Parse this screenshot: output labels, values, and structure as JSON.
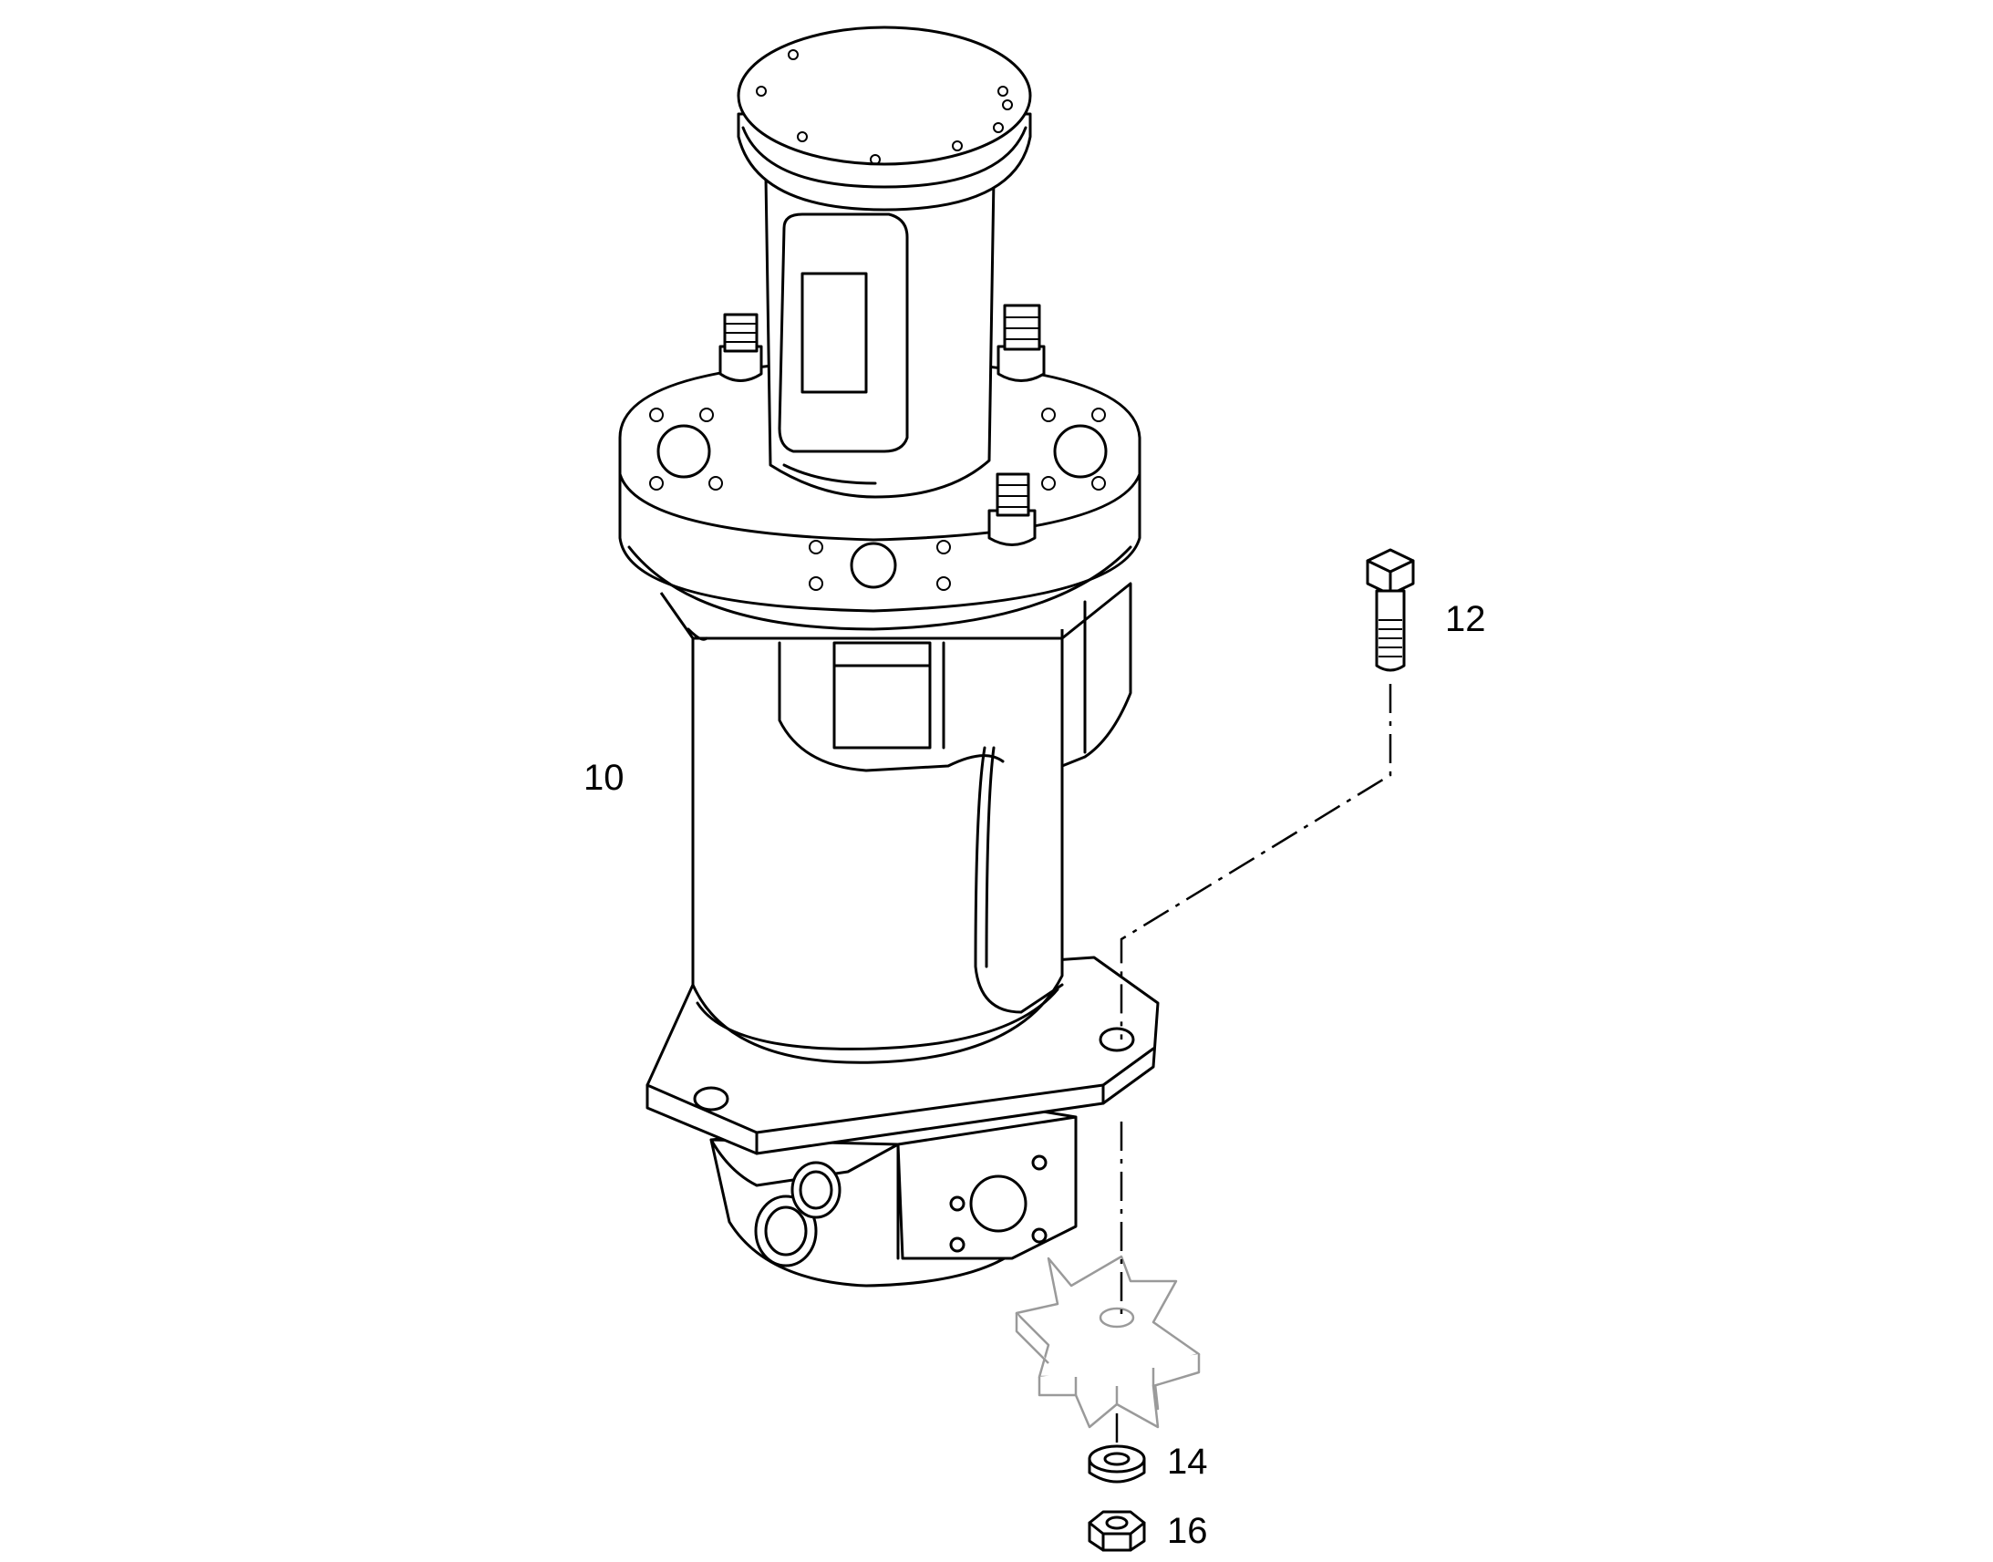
{
  "callouts": {
    "main_unit": "10",
    "bolt": "12",
    "washer": "14",
    "nut": "16"
  },
  "colors": {
    "line": "#000000",
    "background": "#ffffff",
    "phantom_part": "#9a9a9a"
  }
}
